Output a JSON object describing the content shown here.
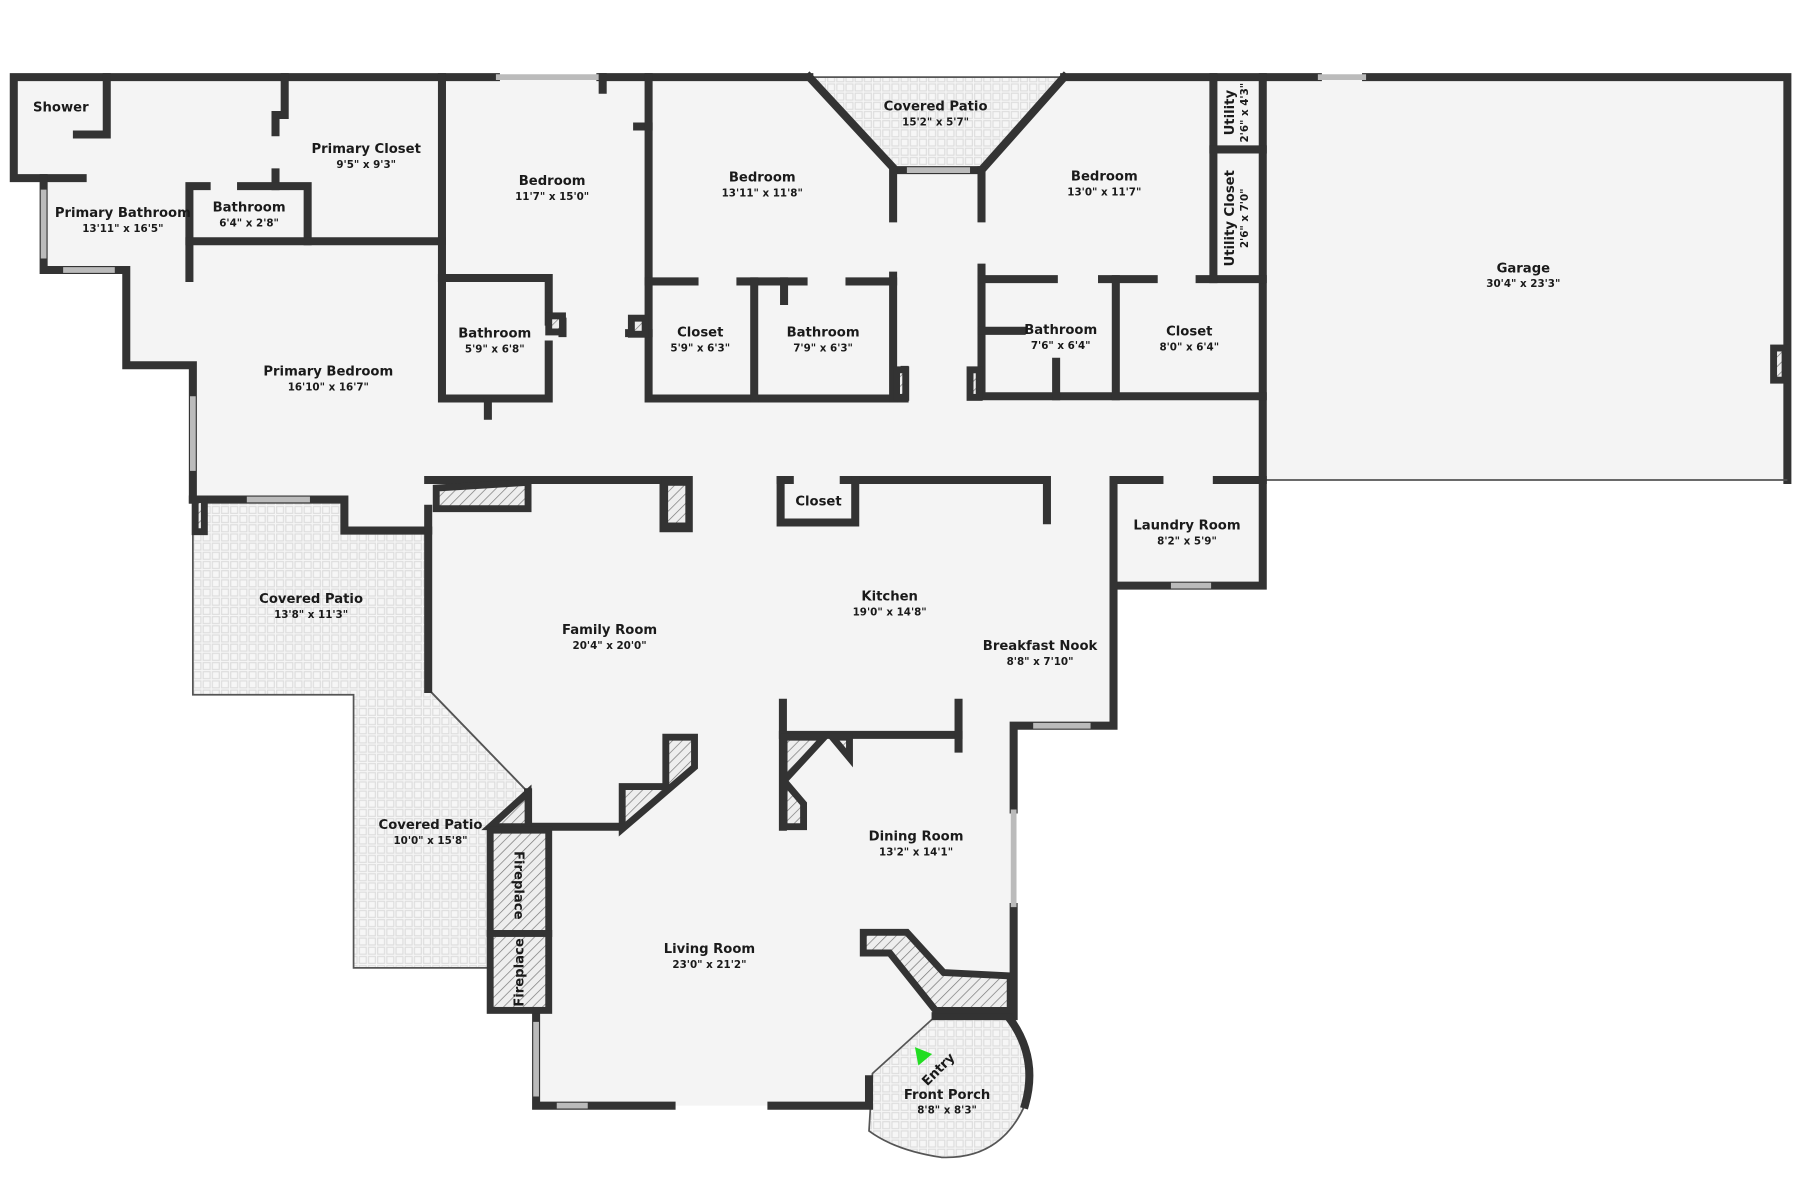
{
  "colors": {
    "wall": "#333333",
    "floor": "#f4f4f4",
    "entry_marker": "#22dd22"
  },
  "rooms": [
    {
      "name": "Shower"
    },
    {
      "name": "Primary Closet",
      "dims": "9'5\" x 9'3\""
    },
    {
      "name": "Primary Bathroom",
      "dims": "13'11\" x 16'5\""
    },
    {
      "name": "Bathroom",
      "dims": "6'4\" x 2'8\""
    },
    {
      "name": "Bedroom",
      "dims": "11'7\" x 15'0\""
    },
    {
      "name": "Bathroom",
      "dims": "5'9\" x 6'8\""
    },
    {
      "name": "Primary Bedroom",
      "dims": "16'10\" x 16'7\""
    },
    {
      "name": "Bedroom",
      "dims": "13'11\" x 11'8\""
    },
    {
      "name": "Covered Patio",
      "dims": "15'2\" x 5'7\""
    },
    {
      "name": "Closet",
      "dims": "5'9\" x 6'3\""
    },
    {
      "name": "Bathroom",
      "dims": "7'9\" x 6'3\""
    },
    {
      "name": "Bedroom",
      "dims": "13'0\" x 11'7\""
    },
    {
      "name": "Bathroom",
      "dims": "7'6\" x 6'4\""
    },
    {
      "name": "Closet",
      "dims": "8'0\" x 6'4\""
    },
    {
      "name": "Utility",
      "dims": "2'6\" x 4'3\""
    },
    {
      "name": "Utility Closet",
      "dims": "2'6\" x 7'0\""
    },
    {
      "name": "Garage",
      "dims": "30'4\" x 23'3\""
    },
    {
      "name": "Closet"
    },
    {
      "name": "Laundry Room",
      "dims": "8'2\" x 5'9\""
    },
    {
      "name": "Kitchen",
      "dims": "19'0\" x 14'8\""
    },
    {
      "name": "Breakfast Nook",
      "dims": "8'8\" x 7'10\""
    },
    {
      "name": "Family Room",
      "dims": "20'4\" x 20'0\""
    },
    {
      "name": "Covered Patio",
      "dims": "13'8\" x 11'3\""
    },
    {
      "name": "Covered Patio",
      "dims": "10'0\" x 15'8\""
    },
    {
      "name": "Dining Room",
      "dims": "13'2\" x 14'1\""
    },
    {
      "name": "Living Room",
      "dims": "23'0\" x 21'2\""
    },
    {
      "name": "Front Porch",
      "dims": "8'8\" x 8'3\""
    },
    {
      "name": "Fireplace"
    },
    {
      "name": "Fireplace"
    }
  ],
  "entry": {
    "label": "Entry",
    "icon": "entry-arrow-icon"
  }
}
